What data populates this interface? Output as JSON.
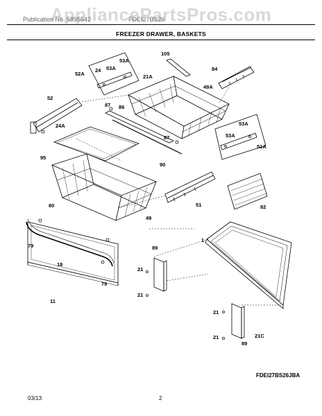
{
  "watermark": "AppliancePartsPros.com",
  "header": {
    "left": "Publication No. 5995542",
    "right": "FDEI27BS26"
  },
  "title": "FREEZER DRAWER, BASKETS",
  "model_code": "FDEI27BS26JBA",
  "footer": {
    "date": "03/13",
    "page": "2"
  },
  "part_labels": [
    "105",
    "84",
    "53A",
    "24",
    "52A",
    "53A",
    "21A",
    "49A",
    "52",
    "87",
    "86",
    "53A",
    "24A",
    "87",
    "53A",
    "51A",
    "95",
    "90",
    "51",
    "82",
    "80",
    "49",
    "1",
    "79",
    "89",
    "18",
    "21",
    "79",
    "11",
    "21",
    "21",
    "21C",
    "21",
    "89"
  ]
}
